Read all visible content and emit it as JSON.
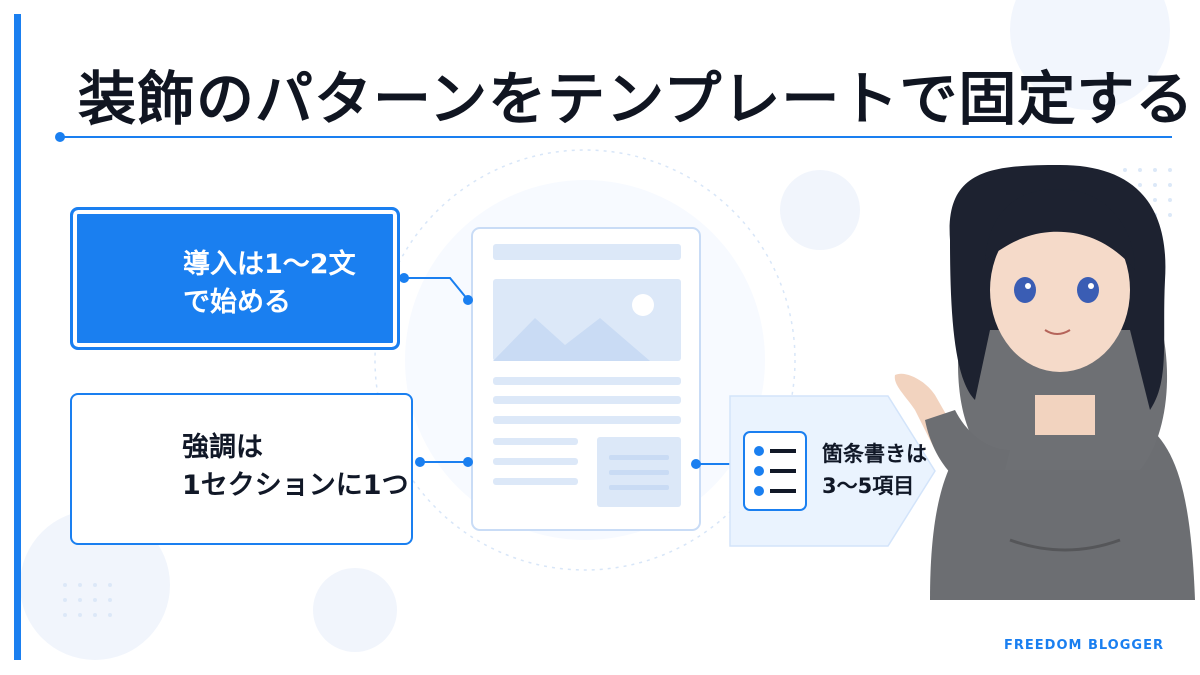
{
  "title": "装飾のパターンをテンプレートで固定する",
  "cards": {
    "intro": {
      "text": "導入は1〜2文\nで始める",
      "icon": "document-quote-icon"
    },
    "emphasis": {
      "text": "強調は\n1セクションに1つ",
      "icon": "highlighter-icon"
    },
    "list": {
      "text": "箇条書きは\n3〜5項目",
      "icon": "bullet-list-icon"
    }
  },
  "brand": "FREEDOM BLOGGER",
  "colors": {
    "accent": "#1a7ff0",
    "title": "#101521",
    "light": "#eaf3fe"
  }
}
